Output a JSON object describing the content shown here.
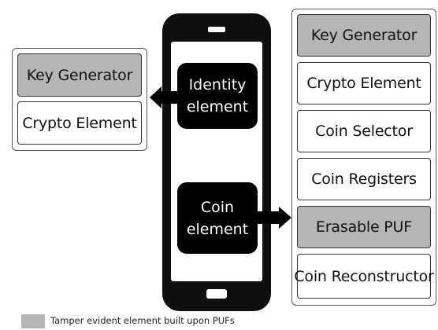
{
  "left_group": {
    "items": [
      {
        "label": "Key Generator",
        "tamper_evident": true
      },
      {
        "label": "Crypto Element",
        "tamper_evident": false
      }
    ]
  },
  "phone": {
    "identity_element": {
      "line1": "Identity",
      "line2": "element"
    },
    "coin_element": {
      "line1": "Coin",
      "line2": "element"
    }
  },
  "right_group": {
    "items": [
      {
        "label": "Key Generator",
        "tamper_evident": true
      },
      {
        "label": "Crypto Element",
        "tamper_evident": false
      },
      {
        "label": "Coin Selector",
        "tamper_evident": false
      },
      {
        "label": "Coin Registers",
        "tamper_evident": false
      },
      {
        "label": "Erasable PUF",
        "tamper_evident": true
      },
      {
        "label": "Coin Reconstructor",
        "tamper_evident": false
      }
    ]
  },
  "legend": {
    "label": "Tamper evident element built upon PUFs",
    "swatch_color": "#b5b5b5"
  },
  "colors": {
    "tamper_evident_fill": "#b5b5b5",
    "phone_body": "#0f0f0f",
    "element_chip": "#000000"
  }
}
